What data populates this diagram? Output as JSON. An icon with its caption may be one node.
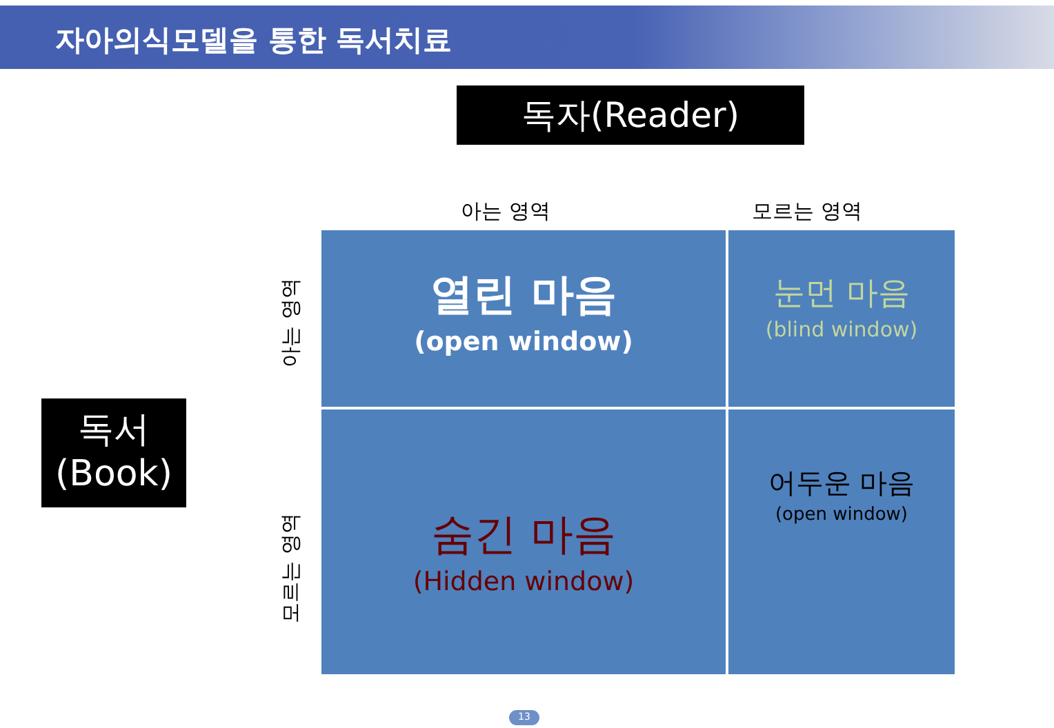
{
  "diagram": {
    "title": "자아의식모델을 통한 독서치료",
    "nodes": [
      {
        "text": [
          "독자(Reader)"
        ]
      },
      {
        "text": [
          "독서 (Book)"
        ]
      },
      {
        "text": [
          "열린 마음",
          "(open window)"
        ]
      },
      {
        "text": [
          "눈먼 마음",
          "(blind window)"
        ]
      },
      {
        "text": [
          "숨긴 마음",
          "(Hidden window)"
        ]
      },
      {
        "text": [
          "어두운 마음",
          "(open window)"
        ]
      }
    ],
    "edges": [],
    "labels": [
      "아는 영역",
      "모르는 영역",
      "아는 영역",
      "모르는 영역",
      "13"
    ]
  }
}
